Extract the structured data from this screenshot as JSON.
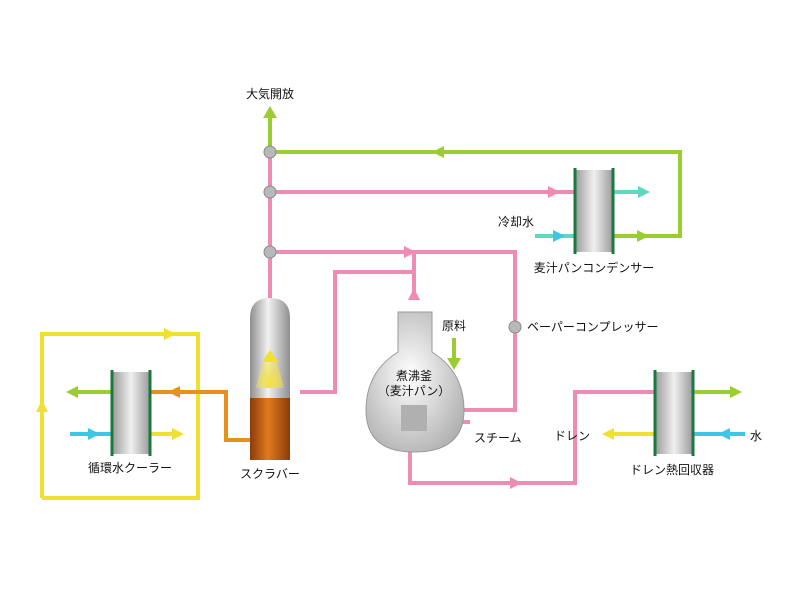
{
  "labels": {
    "atmosphere": "大気開放",
    "cooling_water": "冷却水",
    "wort_condenser": "麦汁パンコンデンサー",
    "vapor_compressor": "ベーパーコンプレッサー",
    "raw_material": "原料",
    "boiler_line1": "煮沸釜",
    "boiler_line2": "（麦汁パン）",
    "steam": "スチーム",
    "scrubber": "スクラバー",
    "circ_cooler": "循環水クーラー",
    "drain": "ドレン",
    "water": "水",
    "drain_recovery": "ドレン熱回収器"
  },
  "colors": {
    "pink": "#f08cb4",
    "green": "#9acd32",
    "yellow": "#f0e030",
    "cyan": "#3ec6ea",
    "orange": "#e8901e",
    "mint": "#60d8c0",
    "hx_stripe": "#1a7a3e",
    "node": "#b8b8b8"
  }
}
